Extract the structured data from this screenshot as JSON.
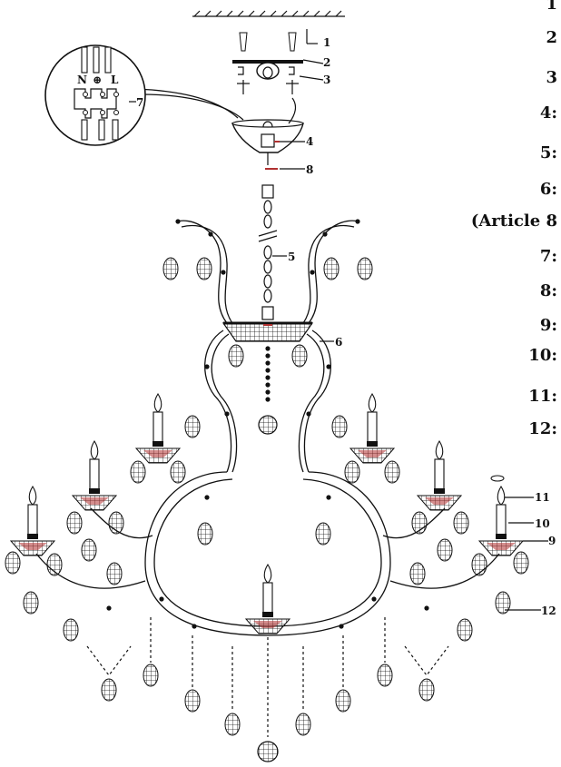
{
  "side_list": [
    {
      "text": "1"
    },
    {
      "text": "2"
    },
    {
      "text": "3"
    },
    {
      "text": "4:"
    },
    {
      "text": "5:"
    },
    {
      "text": "6:"
    },
    {
      "text": "(Article 8"
    },
    {
      "text": "7:"
    },
    {
      "text": "8:"
    },
    {
      "text": "9:"
    },
    {
      "text": "10:"
    },
    {
      "text": "11:"
    },
    {
      "text": "12:"
    }
  ],
  "terminal": {
    "n": "N",
    "ground": "⊕",
    "l": "L"
  },
  "callouts": {
    "c1": "1",
    "c2": "2",
    "c3": "3",
    "c4": "4",
    "c5": "5",
    "c6": "6",
    "c7": "7",
    "c8": "8",
    "c9": "9",
    "c10": "10",
    "c11": "11",
    "c12": "12"
  }
}
